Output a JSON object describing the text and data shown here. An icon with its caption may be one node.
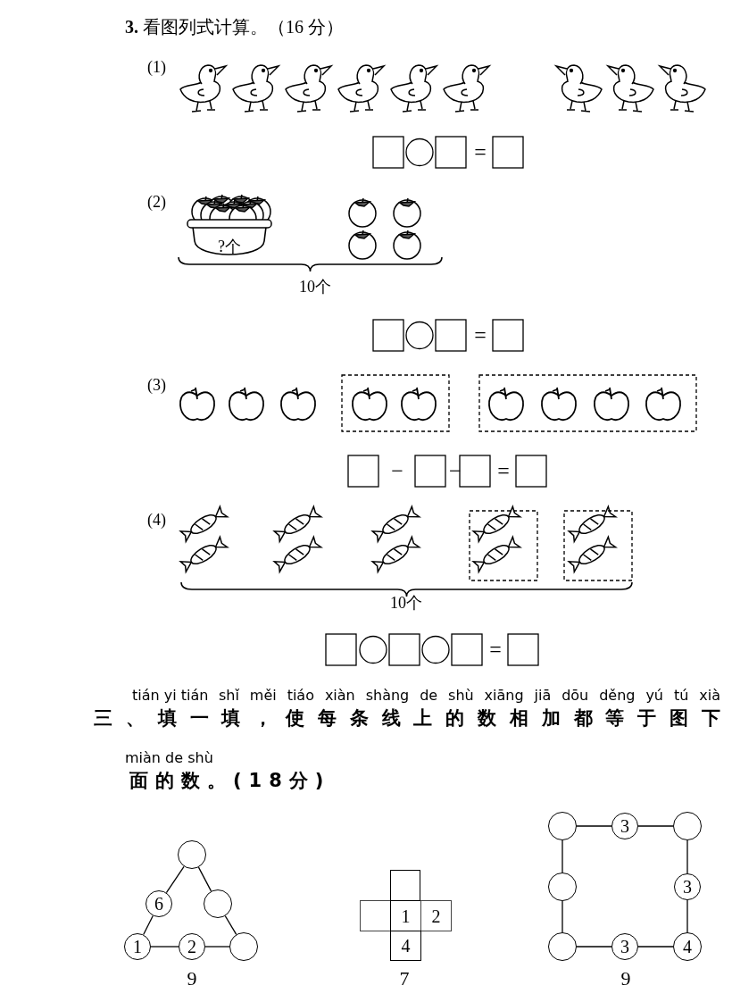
{
  "diagram": {
    "nodes": [
      {
        "text": [],
        "shape": "circle"
      },
      {
        "text": [
          "6"
        ]
      },
      {
        "text": [],
        "shape": "circle"
      },
      {
        "text": [
          "1"
        ]
      },
      {
        "text": [
          "2"
        ]
      },
      {
        "text": [],
        "shape": "circle"
      },
      {
        "text": [],
        "shape": "box"
      },
      {
        "text": [],
        "shape": "box"
      },
      {
        "text": [
          "1"
        ]
      },
      {
        "text": [
          "2"
        ]
      },
      {
        "text": [
          "4"
        ]
      },
      {
        "text": [],
        "shape": "circle"
      },
      {
        "text": [
          "3"
        ]
      },
      {
        "text": [],
        "shape": "circle"
      },
      {
        "text": [],
        "shape": "circle"
      },
      {
        "text": [
          "3"
        ]
      },
      {
        "text": [],
        "shape": "circle"
      },
      {
        "text": [
          "3"
        ]
      },
      {
        "text": [
          "4"
        ]
      }
    ],
    "edges": [
      {
        "from": 0,
        "to": 1,
        "arrow": "none"
      },
      {
        "from": 1,
        "to": 3,
        "arrow": "none"
      },
      {
        "from": 0,
        "to": 2,
        "arrow": "none"
      },
      {
        "from": 2,
        "to": 5,
        "arrow": "none"
      },
      {
        "from": 3,
        "to": 4,
        "arrow": "none"
      },
      {
        "from": 4,
        "to": 5,
        "arrow": "none"
      },
      {
        "from": 11,
        "to": 12,
        "arrow": "none"
      },
      {
        "from": 12,
        "to": 13,
        "arrow": "none"
      },
      {
        "from": 11,
        "to": 14,
        "arrow": "none"
      },
      {
        "from": 14,
        "to": 16,
        "arrow": "none"
      },
      {
        "from": 13,
        "to": 15,
        "arrow": "none"
      },
      {
        "from": 15,
        "to": 18,
        "arrow": "none"
      },
      {
        "from": 16,
        "to": 17,
        "arrow": "none"
      },
      {
        "from": 17,
        "to": 18,
        "arrow": "none"
      }
    ],
    "labels": [
      "**3.** 看图列式计算。（16 分）",
      "(1)",
      "=",
      "(2)",
      "?个",
      "10个",
      "=",
      "(3)",
      "−",
      "−",
      "=",
      "(4)",
      "10个",
      "=",
      "tián yi tián",
      "shǐ měi tiáo xiàn shàng de shù xiāng jiā dōu děng yú tú xià",
      "三、填一填，使每条线上的数相加都等于图下",
      "miàn de shù",
      "面的数。(18分)",
      "9",
      "7",
      "9"
    ]
  }
}
